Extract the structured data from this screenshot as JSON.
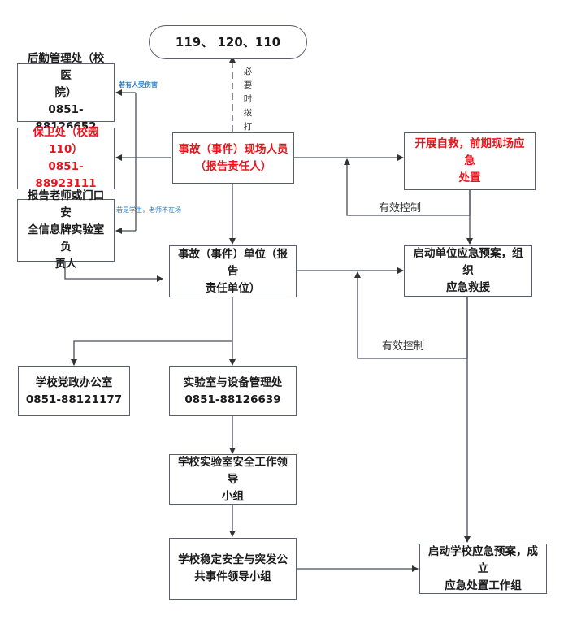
{
  "diagram": {
    "colors": {
      "line": "#4a4d5a",
      "highlight_text": "#e8141c",
      "note_text": "#2a7fc4"
    },
    "nodes": {
      "emergency_numbers": {
        "text": "119、  120、110",
        "shape": "rounded"
      },
      "logistics_office": {
        "text": "后勤管理处（校医\n院）\n0851-88126652"
      },
      "security_office": {
        "text": "保卫处（校园\n110）\n0851-88923111",
        "highlight": true
      },
      "report_teacher": {
        "text": "报告老师或门口安\n全信息牌实验室负\n责人"
      },
      "onsite_personnel": {
        "text": "事故（事件）现场人员\n（报告责任人）",
        "highlight": true
      },
      "self_rescue": {
        "text": "开展自救，前期现场应急\n处置",
        "highlight": true
      },
      "incident_unit": {
        "text": "事故（事件）单位（报告\n责任单位）"
      },
      "unit_plan": {
        "text": "启动单位应急预案，组织\n应急救援"
      },
      "party_office": {
        "text": "学校党政办公室\n0851-88121177"
      },
      "lab_equipment": {
        "text": "实验室与设备管理处\n0851-88126639"
      },
      "lab_safety_group": {
        "text": "学校实验室安全工作领导\n小组"
      },
      "stability_group": {
        "text": "学校稳定安全与突发公\n共事件领导小组"
      },
      "school_plan": {
        "text": "启动学校应急预案，成立\n应急处置工作组"
      }
    },
    "edge_labels": {
      "call_if_needed": [
        "必",
        "要",
        "时",
        "拨",
        "打"
      ],
      "injury_note": "若有人受伤害",
      "student_note": "若是学生，老师不在场",
      "effective_control_1": "有效控制",
      "effective_control_2": "有效控制"
    }
  }
}
